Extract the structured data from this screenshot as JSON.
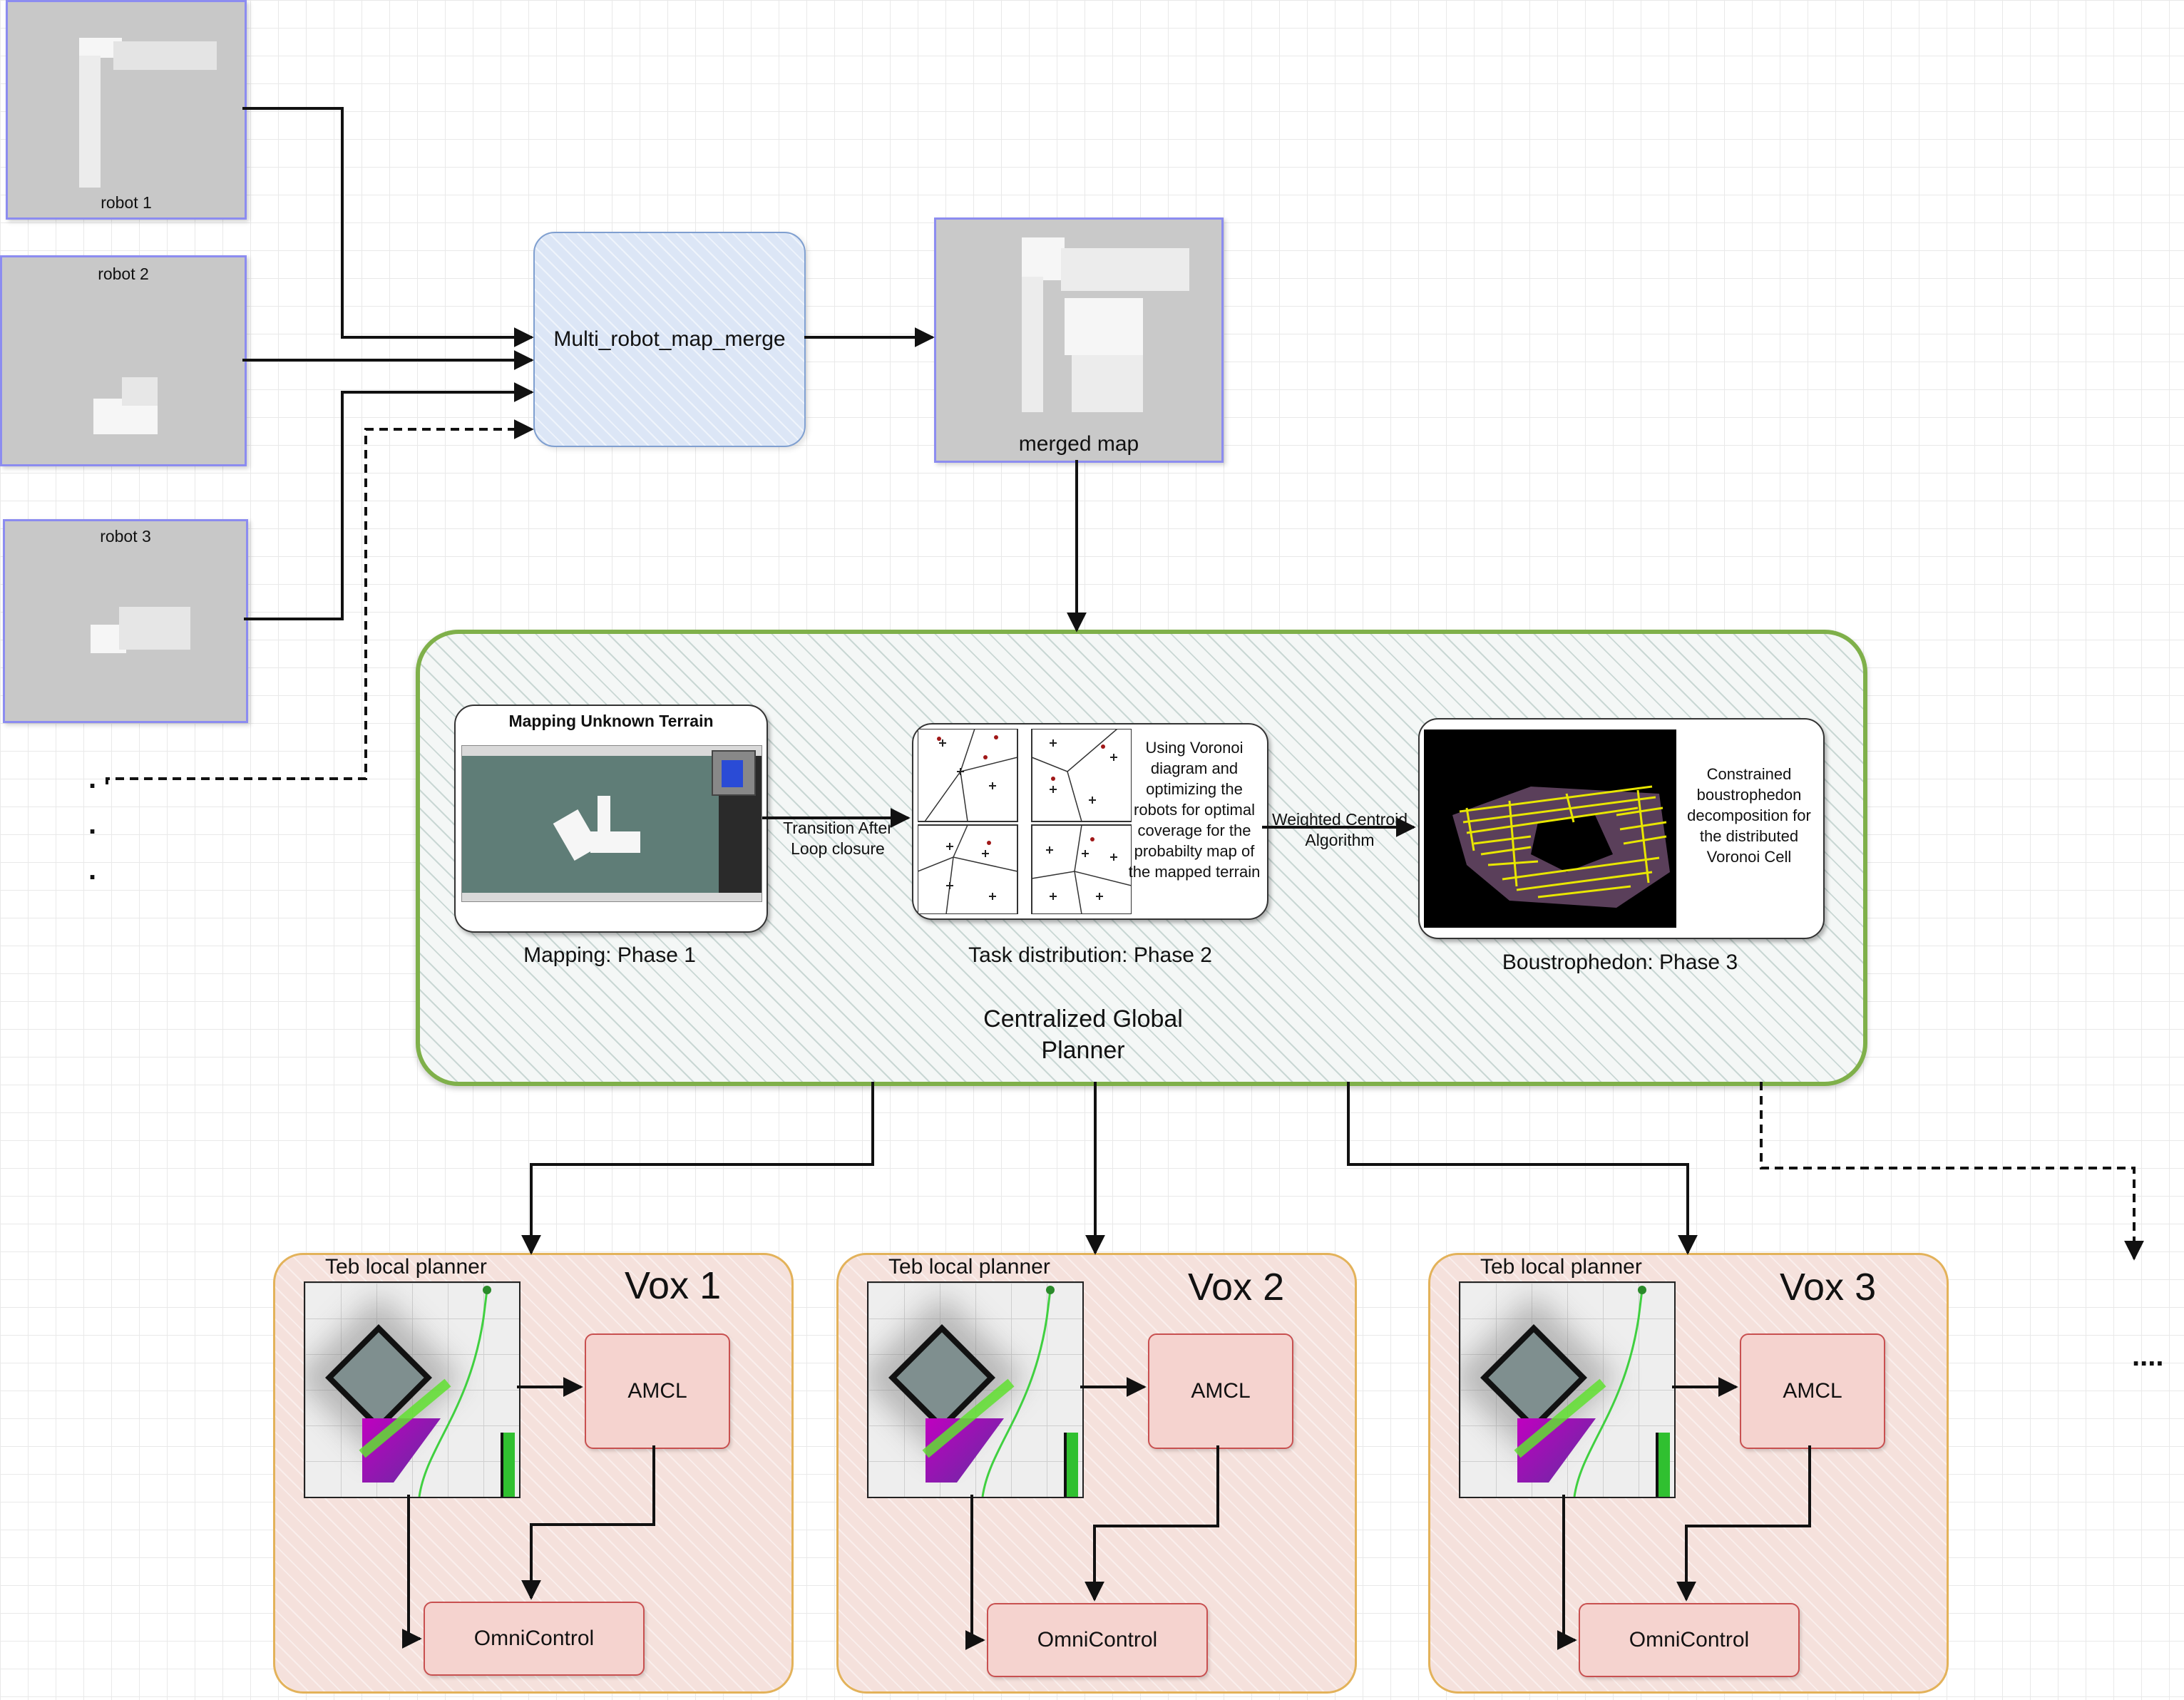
{
  "robots": [
    {
      "label": "robot 1"
    },
    {
      "label": "robot 2"
    },
    {
      "label": "robot 3"
    }
  ],
  "ellipsis_dots": ".\n.\n.",
  "merge_node": {
    "label": "Multi_robot_map_merge"
  },
  "merged_map": {
    "label": "merged map"
  },
  "planner": {
    "title": "Centralized Global Planner",
    "phase1": {
      "card_title": "Mapping Unknown Terrain",
      "caption": "Mapping: Phase 1"
    },
    "transition1": "Transition After Loop closure",
    "phase2": {
      "description": "Using Voronoi diagram and optimizing the robots for optimal coverage for the probabilty map of the mapped terrain",
      "caption": "Task distribution: Phase 2"
    },
    "transition2": "Weighted Centroid Algorithm",
    "phase3": {
      "description": "Constrained boustrophedon decomposition for the distributed Voronoi Cell",
      "caption": "Boustrophedon: Phase 3"
    }
  },
  "voxes": [
    {
      "title": "Vox 1",
      "teb_label": "Teb local planner",
      "amcl_label": "AMCL",
      "omni_label": "OmniControl"
    },
    {
      "title": "Vox 2",
      "teb_label": "Teb local planner",
      "amcl_label": "AMCL",
      "omni_label": "OmniControl"
    },
    {
      "title": "Vox 3",
      "teb_label": "Teb local planner",
      "amcl_label": "AMCL",
      "omni_label": "OmniControl"
    }
  ],
  "more_indicator": "....",
  "colors": {
    "merge_fill": "#dce6f6",
    "planner_border": "#7fb04a",
    "vox_border": "#e3b25a",
    "vox_fill": "#f5e1dc",
    "box_border": "#c85050",
    "robot_border": "#8c8cf0"
  }
}
